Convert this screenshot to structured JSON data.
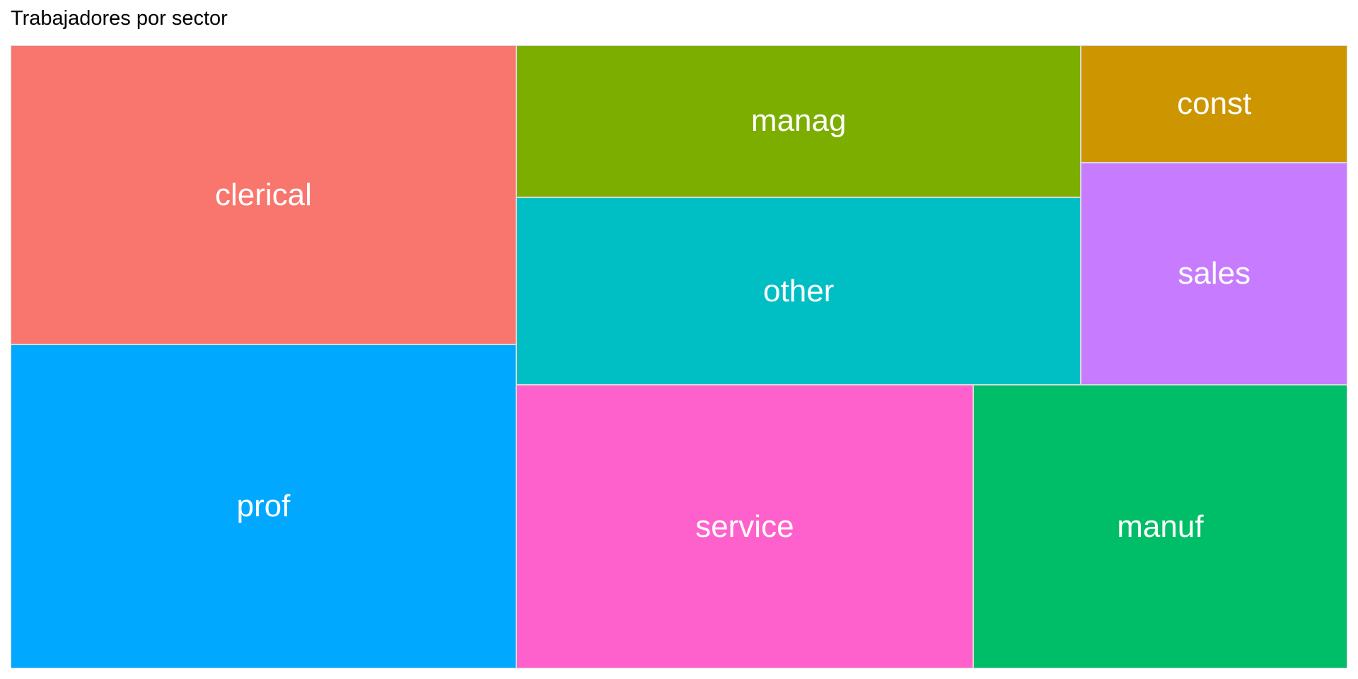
{
  "chart_data": {
    "type": "treemap",
    "title": "Trabajadores por sector",
    "categories": [
      "clerical",
      "const",
      "manag",
      "manuf",
      "other",
      "prof",
      "sales",
      "service"
    ],
    "values": [
      97,
      20,
      55,
      68,
      68,
      105,
      38,
      83
    ],
    "colors": {
      "clerical": "#F8766D",
      "const": "#CD9600",
      "manag": "#7CAE00",
      "manuf": "#00BE67",
      "other": "#00BFC4",
      "prof": "#00A9FF",
      "sales": "#C77CFF",
      "service": "#FF61CC"
    }
  }
}
